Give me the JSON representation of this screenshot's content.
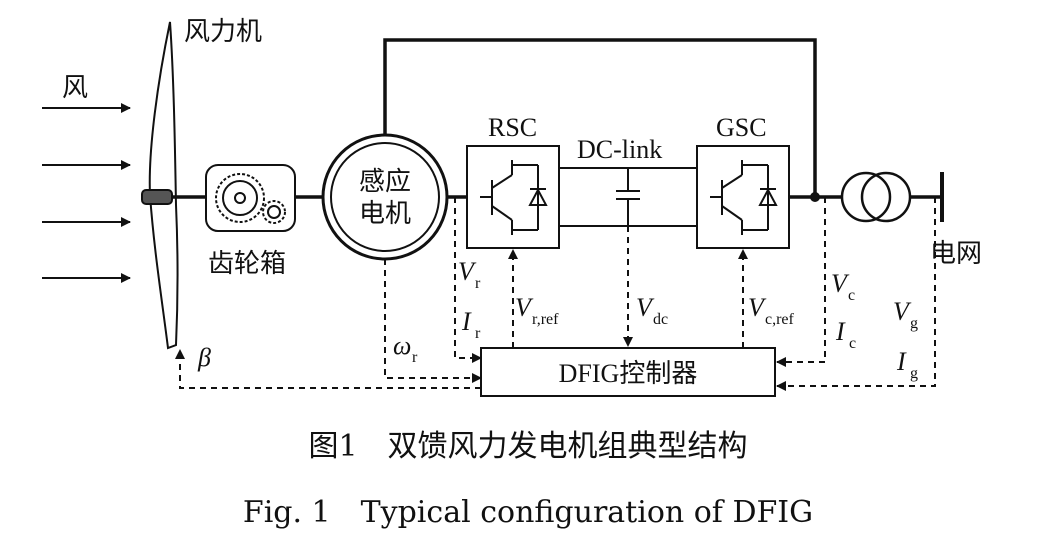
{
  "labels": {
    "turbine": "风力机",
    "wind": "风",
    "gearbox": "齿轮箱",
    "generator_line1": "感应",
    "generator_line2": "电机",
    "rsc": "RSC",
    "dclink": "DC-link",
    "gsc": "GSC",
    "grid": "电网",
    "controller": "DFIG控制器",
    "beta": "β",
    "omega": "ω",
    "omega_sub": "r",
    "vr": "V",
    "vr_sub": "r",
    "ir": "I",
    "ir_sub": "r",
    "vrref": "V",
    "vrref_sub": "r,ref",
    "vdc": "V",
    "vdc_sub": "dc",
    "vcref": "V",
    "vcref_sub": "c,ref",
    "vc": "V",
    "vc_sub": "c",
    "ic": "I",
    "ic_sub": "c",
    "vg": "V",
    "vg_sub": "g",
    "ig": "I",
    "ig_sub": "g"
  },
  "caption": {
    "cn": "图1　双馈风力发电机组典型结构",
    "en": "Fig. 1　Typical configuration of DFIG"
  }
}
